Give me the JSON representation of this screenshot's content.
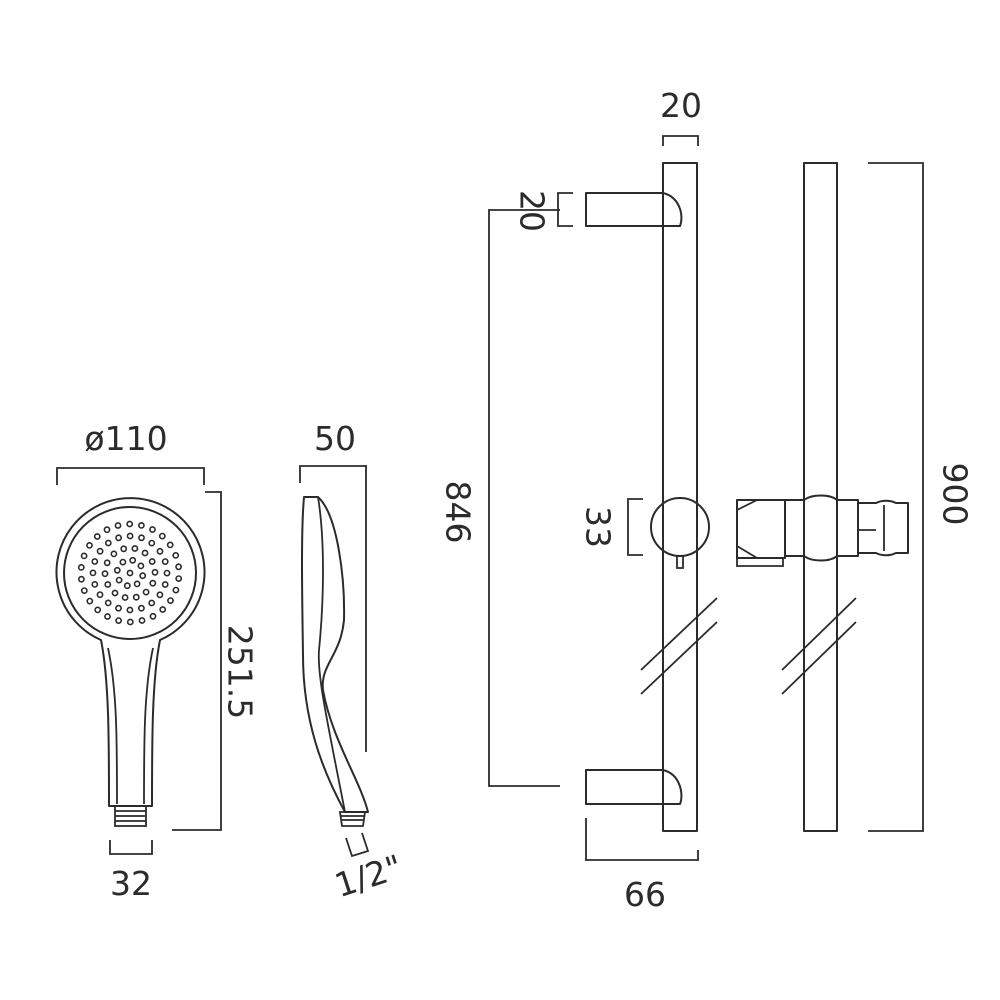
{
  "dimensions": {
    "head_diameter": "ø110",
    "side_depth": "50",
    "rail_diameter": "20",
    "bracket_height": "20",
    "bracket_centres": "846",
    "slider_height": "33",
    "overall_height": "900",
    "handset_length": "251.5",
    "handset_base": "32",
    "thread_size": "1/2\"",
    "wall_projection": "66"
  },
  "colors": {
    "line": "#2b2b2b",
    "background": "#ffffff"
  }
}
